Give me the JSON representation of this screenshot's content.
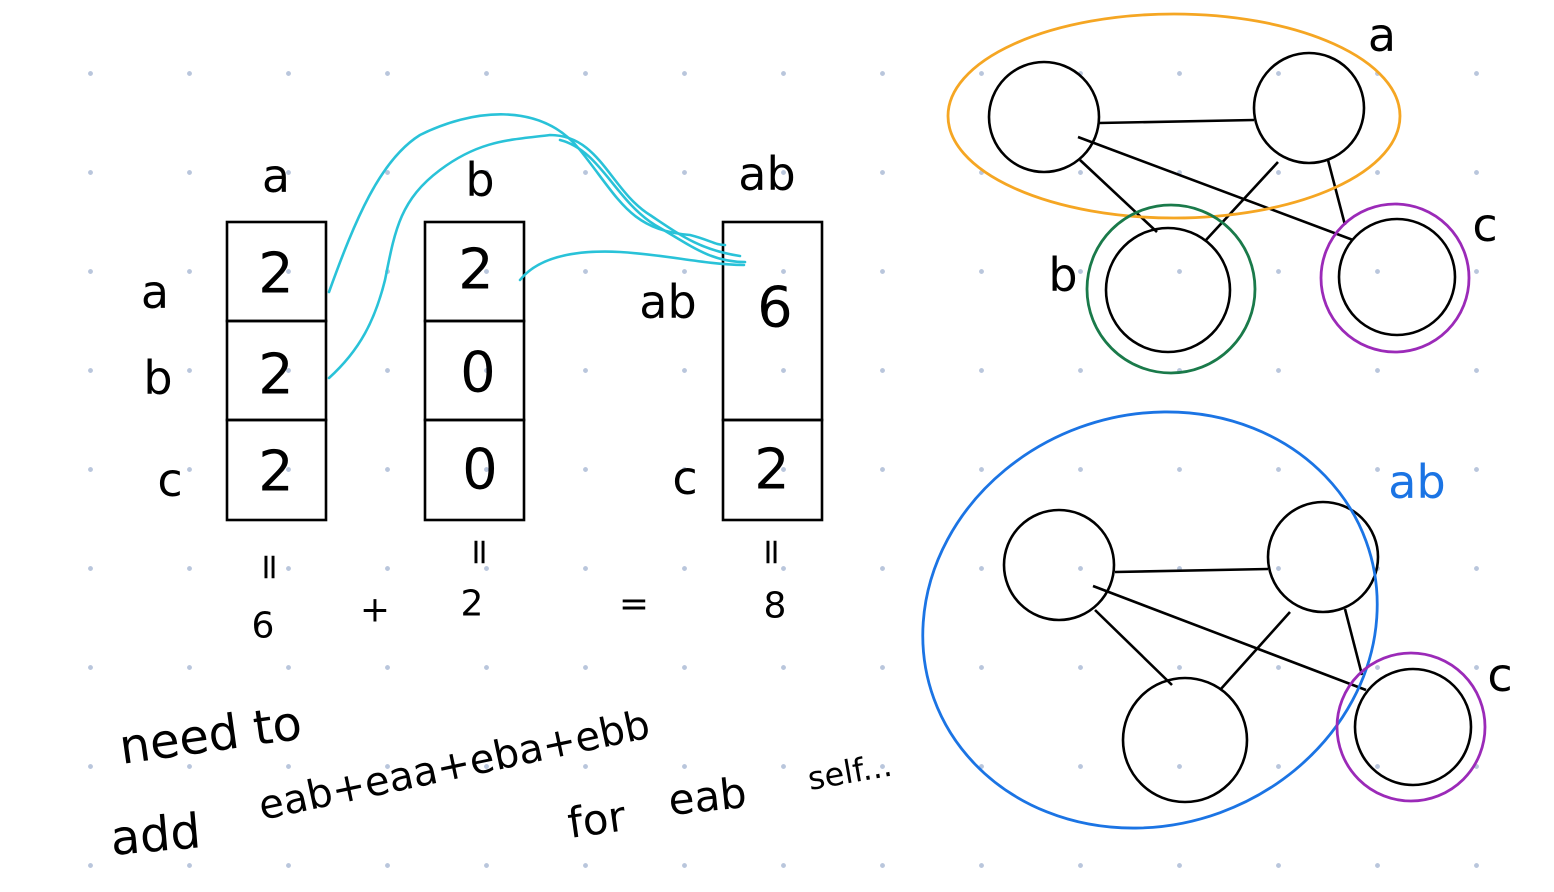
{
  "matrices": {
    "a": {
      "header": "a",
      "row_labels": [
        "a",
        "b",
        "c"
      ],
      "cells": [
        "2",
        "2",
        "2"
      ],
      "below": "=",
      "total": "6"
    },
    "b": {
      "header": "b",
      "cells": [
        "2",
        "0",
        "0"
      ],
      "below": "=",
      "total": "2"
    },
    "ab": {
      "header": "ab",
      "row_labels": [
        "ab",
        "c"
      ],
      "cells": [
        "6",
        "2"
      ],
      "below": "=",
      "total": "8"
    },
    "ops": {
      "plus": "+",
      "equals": "="
    }
  },
  "notes": {
    "line1": "need to",
    "line2": "add",
    "expr1": "eab+eaa+eba+ebb",
    "for": "for",
    "expr2": "eab",
    "self": "self..."
  },
  "graph_top": {
    "community_labels": [
      "a",
      "b",
      "c"
    ],
    "colors": {
      "a": "#f5a623",
      "b": "#1a7a4a",
      "c": "#9b2ab8"
    }
  },
  "graph_bottom": {
    "community_labels": [
      "ab",
      "c"
    ],
    "colors": {
      "ab": "#1b74e4",
      "c": "#9b2ab8"
    }
  },
  "connector_color": "#29c2d8"
}
